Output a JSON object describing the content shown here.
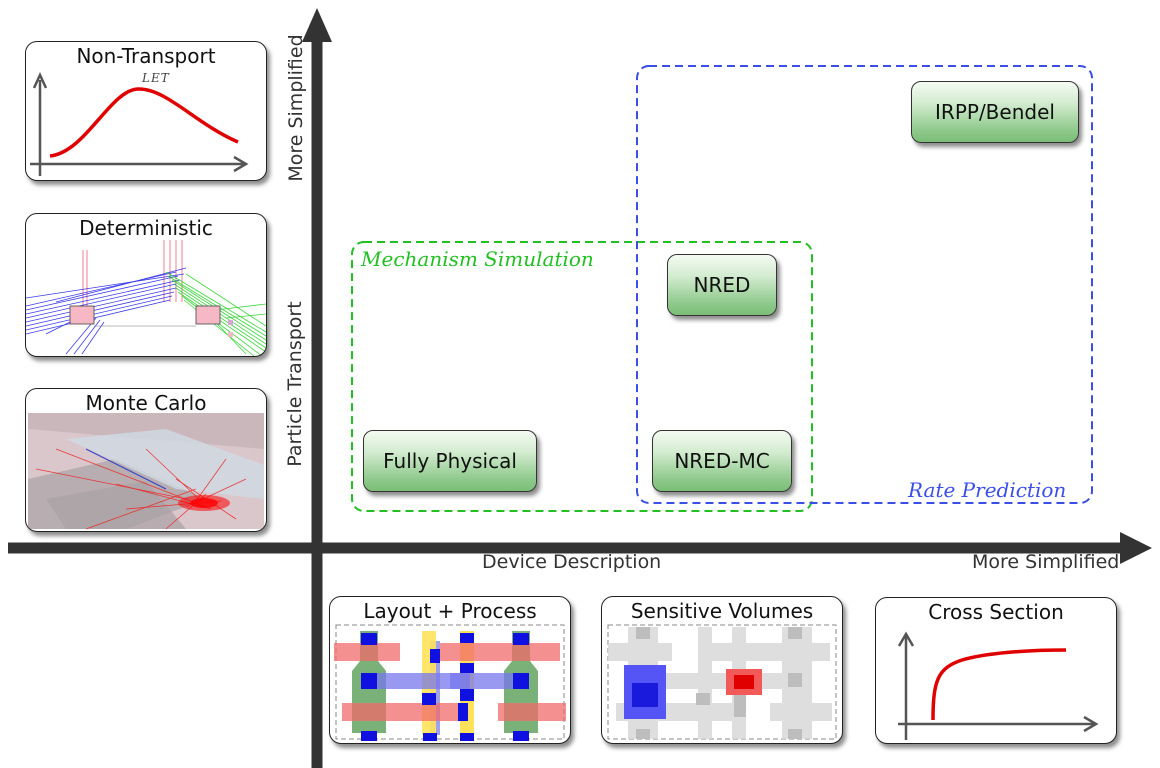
{
  "axes": {
    "x_label": "Device Description",
    "x_end_label": "More Simplified",
    "y_label": "Particle Transport",
    "y_end_label": "More Simplified"
  },
  "left_panels": [
    {
      "title": "Non-Transport",
      "curve_label": "LET"
    },
    {
      "title": "Deterministic"
    },
    {
      "title": "Monte Carlo"
    }
  ],
  "bottom_panels": [
    {
      "title": "Layout + Process"
    },
    {
      "title": "Sensitive Volumes"
    },
    {
      "title": "Cross Section"
    }
  ],
  "regions": {
    "mechanism": {
      "label": "Mechanism Simulation",
      "color": "#22c022"
    },
    "rate": {
      "label": "Rate Prediction",
      "color": "#3b4fe6"
    }
  },
  "methods": {
    "irpp": "IRPP/Bendel",
    "nred": "NRED",
    "fully_physical": "Fully Physical",
    "nred_mc": "NRED-MC"
  },
  "colors": {
    "axis": "#333333",
    "curve": "#e00000",
    "button_green": "#8fca8c"
  }
}
